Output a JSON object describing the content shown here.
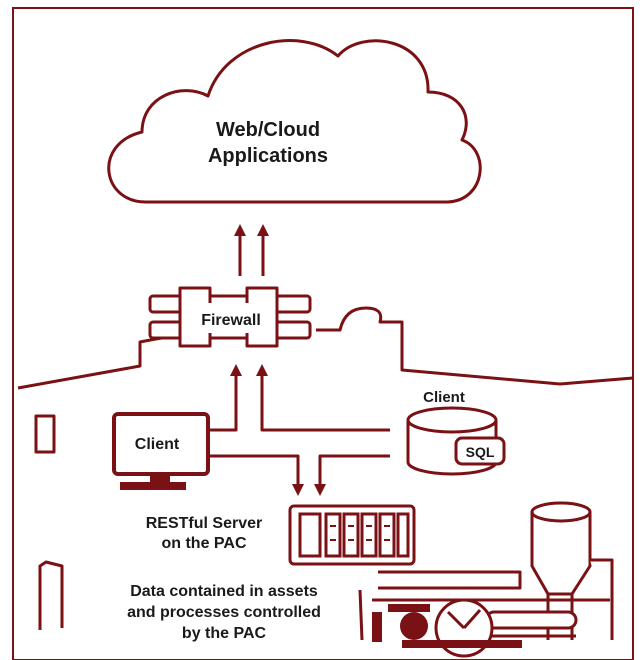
{
  "colors": {
    "accent": "#7a1114",
    "text": "#1a1a1a",
    "background": "#ffffff"
  },
  "cloud": {
    "line1": "Web/Cloud",
    "line2": "Applications"
  },
  "firewall": {
    "label": "Firewall"
  },
  "client_pc": {
    "label": "Client"
  },
  "client_db": {
    "label": "Client",
    "badge": "SQL"
  },
  "server": {
    "line1": "RESTful Server",
    "line2": "on the PAC"
  },
  "data_caption": {
    "line1": "Data contained in assets",
    "line2": "and processes controlled",
    "line3": "by the PAC"
  }
}
